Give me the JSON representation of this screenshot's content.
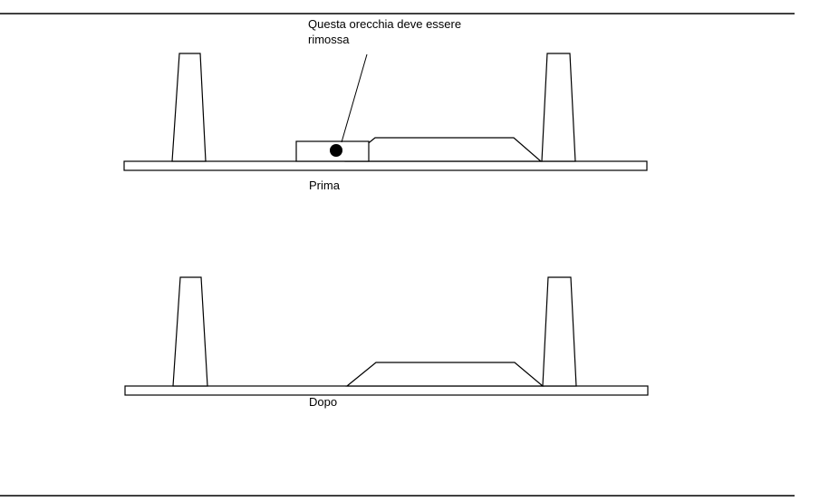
{
  "annotation": {
    "line1": "Questa orecchia deve essere",
    "line2": "rimossa"
  },
  "before": {
    "label": "Prima"
  },
  "after": {
    "label": "Dopo"
  },
  "colors": {
    "stroke": "#000000",
    "fill": "#ffffff",
    "dot": "#000000"
  }
}
